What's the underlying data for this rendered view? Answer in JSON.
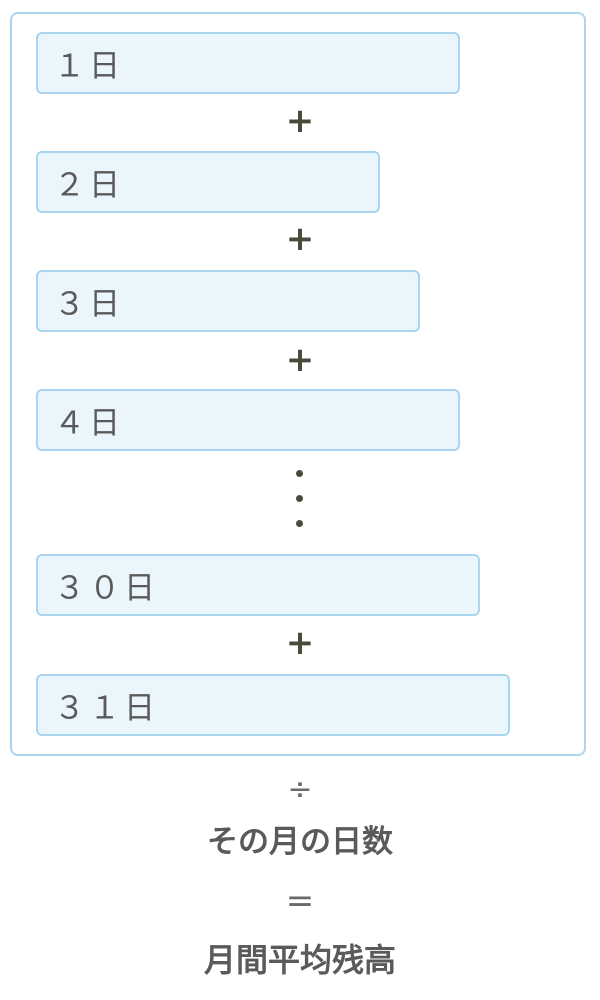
{
  "days": [
    {
      "label": "１日"
    },
    {
      "label": "２日"
    },
    {
      "label": "３日"
    },
    {
      "label": "４日"
    },
    {
      "label": "３０日"
    },
    {
      "label": "３１日"
    }
  ],
  "operators": {
    "plus": "+",
    "divide": "÷",
    "equals": "="
  },
  "divisor_label": "その月の日数",
  "result_label": "月間平均残高",
  "colors": {
    "bar_fill": "#eaf5fc",
    "bar_border": "#a9d6ee",
    "text": "#5a5a5a",
    "operator": "#4a4a3c"
  }
}
